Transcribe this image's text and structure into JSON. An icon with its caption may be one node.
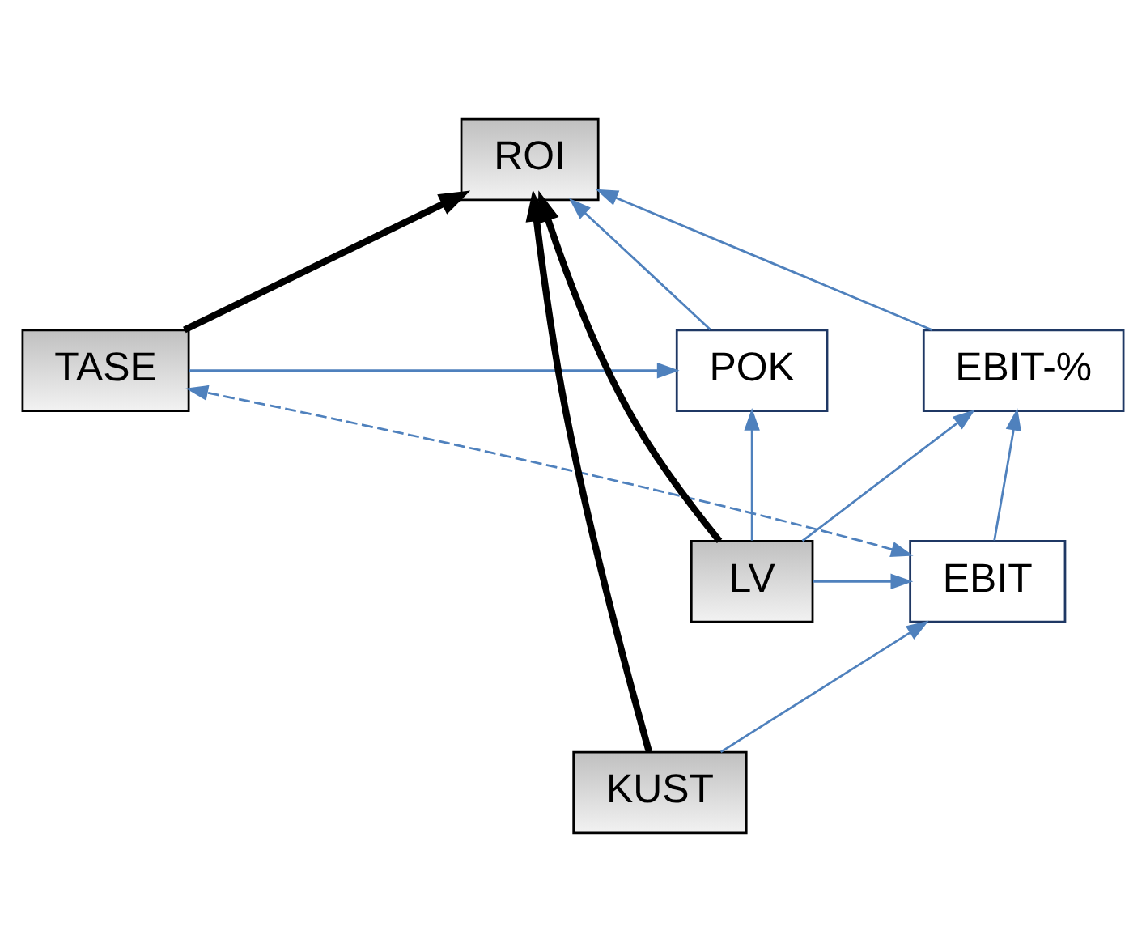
{
  "diagram": {
    "nodes": [
      {
        "text": [
          "ROI"
        ]
      },
      {
        "text": [
          "EBIT-%"
        ]
      },
      {
        "text": [
          "TASE"
        ]
      },
      {
        "text": [
          "POK"
        ]
      },
      {
        "text": [
          "EBIT"
        ]
      },
      {
        "text": [
          "LV"
        ]
      },
      {
        "text": [
          "KUST"
        ]
      }
    ],
    "edges": [
      {
        "from": 1,
        "to": 0,
        "arrow": "to"
      },
      {
        "from": 3,
        "to": 0,
        "arrow": "to"
      },
      {
        "from": 2,
        "to": 0,
        "arrow": "to",
        "style": "thick",
        "color": "#000000"
      },
      {
        "from": 6,
        "to": 0,
        "arrow": "to",
        "style": "thick",
        "color": "#000000"
      },
      {
        "from": 5,
        "to": 0,
        "arrow": "to",
        "style": "thick",
        "color": "#000000"
      },
      {
        "from": 2,
        "to": 3,
        "arrow": "to"
      },
      {
        "from": 4,
        "to": 1,
        "arrow": "to"
      },
      {
        "from": 5,
        "to": 1,
        "arrow": "to"
      },
      {
        "from": 5,
        "to": 3,
        "arrow": "to"
      },
      {
        "from": 5,
        "to": 4,
        "arrow": "to"
      },
      {
        "from": 4,
        "to": 2,
        "arrow": "both",
        "style": "dashed"
      },
      {
        "from": 6,
        "to": 4,
        "arrow": "to"
      }
    ]
  }
}
